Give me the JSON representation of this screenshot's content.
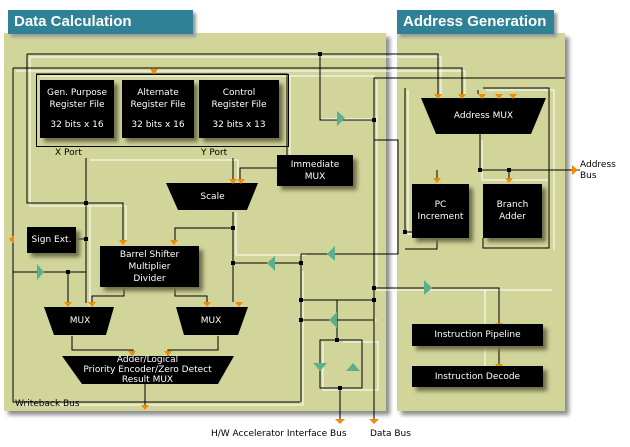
{
  "panels": {
    "data_calculation": {
      "title": "Data Calculation"
    },
    "address_generation": {
      "title": "Address Generation"
    }
  },
  "blocks": {
    "gp_register": {
      "name": "Gen. Purpose\nRegister File",
      "size": "32 bits x 16"
    },
    "alt_register": {
      "name": "Alternate\nRegister File",
      "size": "32 bits x 16"
    },
    "ctrl_register": {
      "name": "Control\nRegister File",
      "size": "32 bits x 13"
    },
    "immediate_mux": "Immediate\nMUX",
    "scale": "Scale",
    "sign_ext": "Sign Ext.",
    "barrel_shifter": "Barrel Shifter\nMultiplier\nDivider",
    "mux_left": "MUX",
    "mux_right": "MUX",
    "adder": "Adder/Logical\nPriority Encoder/Zero Detect\nResult MUX",
    "address_mux": "Address MUX",
    "pc_increment": "PC\nIncrement",
    "branch_adder": "Branch\nAdder",
    "instruction_pipeline": "Instruction Pipeline",
    "instruction_decode": "Instruction Decode"
  },
  "labels": {
    "x_port": "X Port",
    "y_port": "Y Port",
    "writeback_bus": "Writeback Bus",
    "address_bus": "Address\nBus",
    "hw_accel_bus": "H/W Accelerator Interface Bus",
    "data_bus": "Data Bus"
  },
  "colors": {
    "title_bar": "#2f8296",
    "panel": "#d2d59a",
    "arrow_orange": "#f08c00",
    "arrow_teal": "#5aaf8c",
    "block": "#000000"
  }
}
